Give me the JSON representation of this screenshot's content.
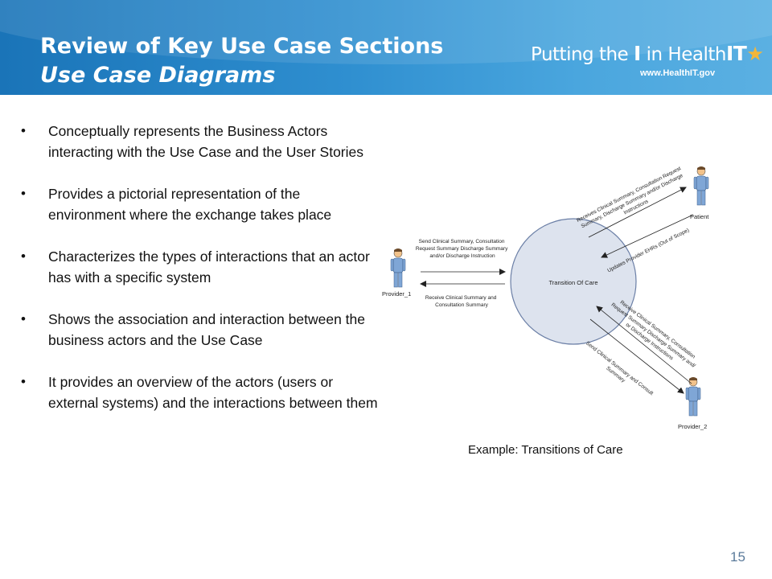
{
  "header": {
    "title": "Review of Key Use Case Sections",
    "subtitle": "Use Case Diagrams"
  },
  "logo": {
    "part1": "Putting the ",
    "part2": "I",
    "part3": " in Health",
    "part4": "IT",
    "url": "www.HealthIT.gov",
    "star_color": "#f4b63a"
  },
  "bullets": [
    "Conceptually represents the Business Actors interacting with the Use Case and the User Stories",
    "Provides a pictorial representation of the environment where the exchange takes place",
    "Characterizes the types of interactions that an actor has with a specific system",
    "Shows the association and interaction between the business actors and the Use Case",
    "It provides an overview of the actors (users or external systems) and the interactions between them"
  ],
  "diagram": {
    "use_case": "Transition Of Care",
    "actors": {
      "provider1": "Provider_1",
      "patient": "Patient",
      "provider2": "Provider_2"
    },
    "labels": {
      "p1_send": [
        "Send Clinical Summary, Consultation",
        "Request Summary Discharge Summary",
        "and/or Discharge Instruction"
      ],
      "p1_receive": [
        "Receive Clinical Summary and",
        "Consultation Summary"
      ],
      "patient_receives": [
        "Receives Clinical Summary, Consultation Request",
        "Summary, Discharge Summary and/or Discharge",
        "Instructions"
      ],
      "patient_updates": [
        "Updates Provider EHRs (Out of Scope)"
      ],
      "p2_receive": [
        "Receive Clinical Summary, Consultation",
        "Request Summary Discharge Summary and/",
        "or Discharge Instructions"
      ],
      "p2_send": [
        "Send Clinical Summary and Consult",
        "Summary"
      ]
    },
    "colors": {
      "use_case_fill": "#dde3ee",
      "use_case_stroke": "#6b7fa6",
      "actor_fill": "#7fa6d6"
    }
  },
  "caption": "Example: Transitions of Care",
  "page_number": "15"
}
